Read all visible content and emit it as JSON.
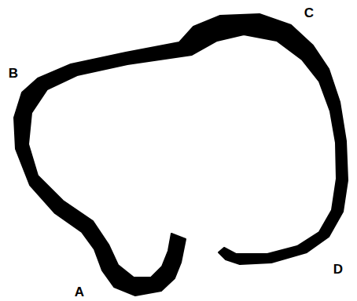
{
  "diagram": {
    "labels": [
      "C",
      "B",
      "D",
      "A"
    ]
  }
}
